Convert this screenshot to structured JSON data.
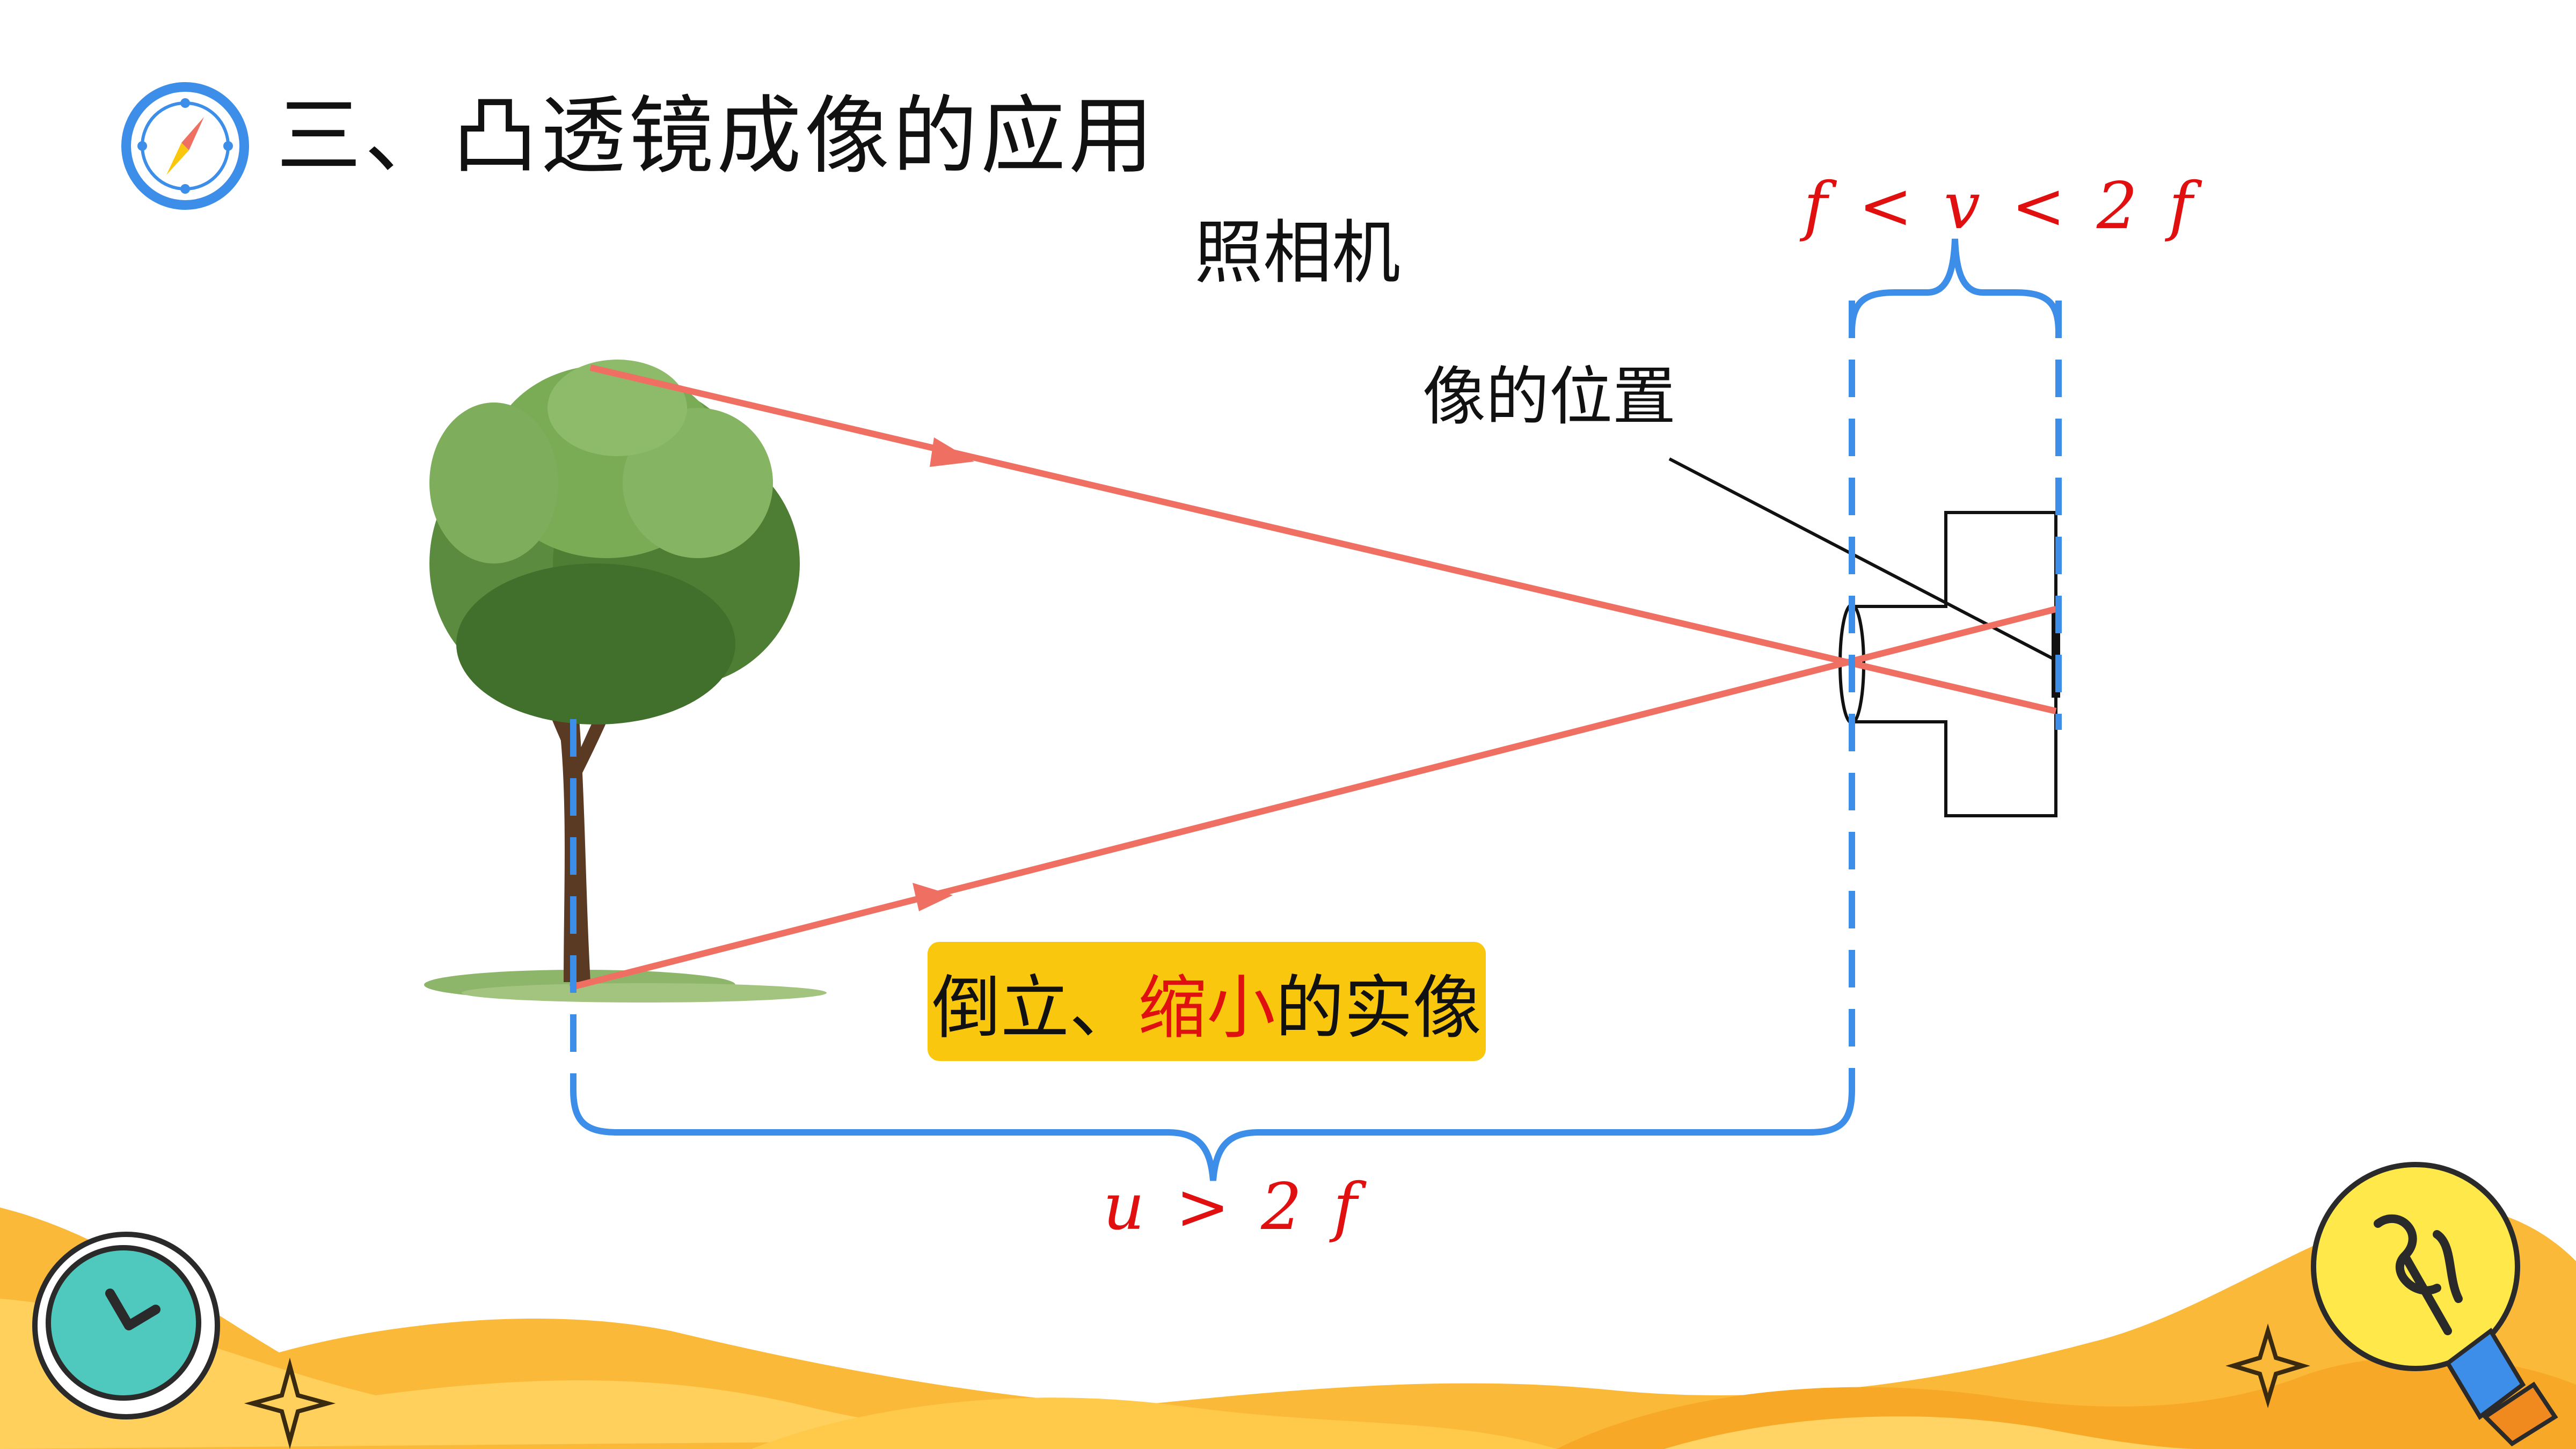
{
  "header": {
    "title": "三、凸透镜成像的应用",
    "icon": "compass-icon"
  },
  "diagram": {
    "subtitle": "照相机",
    "image_position_label": "像的位置",
    "image_distance_formula": "f < v < 2 f",
    "object_distance_formula": "u > 2 f",
    "conclusion": {
      "part1": "倒立、",
      "part2": "缩小",
      "part3": "的实像"
    }
  },
  "colors": {
    "ray": "#ef7062",
    "guide": "#3c8ee8",
    "formula": "#e01010",
    "highlight_box": "#f9c80e"
  },
  "decorations": {
    "bottom_left_icon": "clock-icon",
    "bottom_right_icon": "light-bulb-icon"
  }
}
